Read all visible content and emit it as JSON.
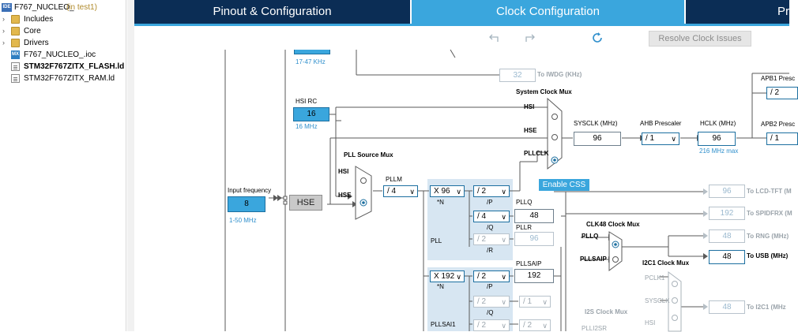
{
  "tree": {
    "project": "F767_NUCLEO_",
    "project_suffix": "(in test1)",
    "items": [
      {
        "label": "Includes",
        "expandable": true
      },
      {
        "label": "Core",
        "expandable": true
      },
      {
        "label": "Drivers",
        "expandable": true
      },
      {
        "label": "F767_NUCLEO_.ioc",
        "expandable": false
      },
      {
        "label": "STM32F767ZITX_FLASH.ld",
        "expandable": false,
        "bold": true
      },
      {
        "label": "STM32F767ZITX_RAM.ld",
        "expandable": false
      }
    ],
    "project_icon_text": "IDE",
    "ioc_icon_text": "MX"
  },
  "tabs": [
    "Pinout & Configuration",
    "Clock Configuration",
    "Pr"
  ],
  "toolbar": {
    "resolve": "Resolve Clock Issues"
  },
  "clock": {
    "lse_freq": "17-47 KHz",
    "iwdg_value": "32",
    "iwdg_label": "To IWDG (KHz)",
    "hsi_rc_label": "HSI RC",
    "hsi_rc_value": "16",
    "hsi_rc_freq": "16 MHz",
    "sysmux_title": "System Clock Mux",
    "sysmux_hsi": "HSI",
    "sysmux_hse": "HSE",
    "sysmux_pllclk": "PLLCLK",
    "sysclk_label": "SYSCLK (MHz)",
    "sysclk_value": "96",
    "ahb_label": "AHB Prescaler",
    "ahb_value": "/ 1",
    "hclk_label": "HCLK (MHz)",
    "hclk_value": "96",
    "hclk_max": "216 MHz max",
    "apb1_label": "APB1 Presc",
    "apb1_value": "/ 2",
    "apb2_label": "APB2 Presc",
    "apb2_value": "/ 1",
    "enable_css": "Enable CSS",
    "pll_src_title": "PLL Source Mux",
    "pll_src_hsi": "HSI",
    "pll_src_hse": "HSE",
    "input_freq_label": "Input frequency",
    "input_freq_value": "8",
    "input_freq_range": "1-50 MHz",
    "hse_box": "HSE",
    "pllm_label": "PLLM",
    "pllm_value": "/ 4",
    "pll_n_value": "X 96",
    "pll_n_label": "*N",
    "pll_p_value": "/ 2",
    "pll_p_label": "/P",
    "pll_q_value": "/ 4",
    "pll_q_label": "/Q",
    "pll_r_value": "/ 2",
    "pll_r_label": "/R",
    "pll_label": "PLL",
    "pllq_label": "PLLQ",
    "pllq_value": "48",
    "pllr_label": "PLLR",
    "pllr_value": "96",
    "lcd_value": "96",
    "lcd_label": "To LCD-TFT (M",
    "spdif_value": "192",
    "spdif_label": "To SPIDFRX (M",
    "rng_value": "48",
    "rng_label": "To RNG (MHz)",
    "usb_value": "48",
    "usb_label": "To USB (MHz)",
    "clk48_title": "CLK48 Clock Mux",
    "clk48_pllq": "PLLQ",
    "clk48_pllsaip": "PLLSAIP",
    "i2c1_mux_title": "I2C1 Clock Mux",
    "i2c1_pclk1": "PCLK1",
    "i2c1_sysclk": "SYSCLK",
    "i2c1_hsi": "HSI",
    "i2c1_value": "48",
    "i2c1_label": "To I2C1 (MHz",
    "i2s_mux_title": "I2S Clock Mux",
    "i2s_plli2sr": "PLLI2SR",
    "pllsai_n_value": "X 192",
    "pllsai_n_label": "*N",
    "pllsai_p_value": "/ 2",
    "pllsai_p_label": "/P",
    "pllsai_q_value": "/ 2",
    "pllsai_q_label": "/Q",
    "pllsai_q2_value": "/ 1",
    "pllsai_r_value": "/ 2",
    "pllsai_r2_value": "/ 2",
    "pllsaip_label": "PLLSAIP",
    "pllsaip_value": "192",
    "pllsai1_label": "PLLSAI1"
  },
  "colors": {
    "navy": "#0b2d55",
    "accent": "#3aa6dd",
    "panel": "#d7e6f2",
    "line": "#5a5a5a"
  }
}
